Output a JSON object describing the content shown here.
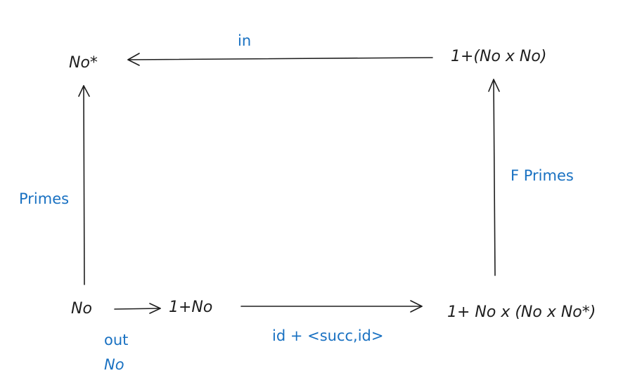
{
  "nodes": {
    "top_left": "No*",
    "top_right": "1+(No x No)",
    "bottom_left": "No",
    "bottom_middle": "1+No",
    "bottom_right": "1+ No x (No x No*)"
  },
  "labels": {
    "in": "in",
    "primes": "Primes",
    "f_primes": "F Primes",
    "out_line1": "out",
    "out_line2": "No",
    "id_succ": "id + <succ,id>"
  },
  "colors": {
    "node_text": "#1e1e1e",
    "label_text": "#1971c2",
    "arrow": "#1e1e1e"
  }
}
